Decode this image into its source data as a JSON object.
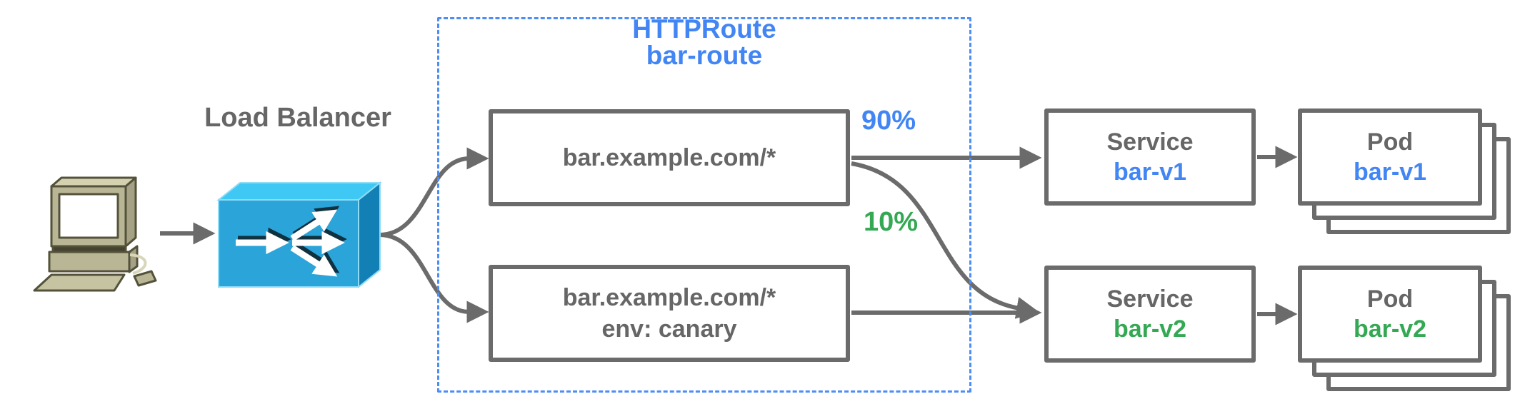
{
  "client": {
    "icon": "desktop-computer-icon"
  },
  "load_balancer": {
    "label": "Load Balancer",
    "icon": "load-balancer-icon"
  },
  "httproute": {
    "kind": "HTTPRoute",
    "name": "bar-route",
    "rules": [
      {
        "match": "bar.example.com/*",
        "weight": "90%"
      },
      {
        "match": "bar.example.com/*",
        "header_match": "env: canary",
        "weight": "10%"
      }
    ]
  },
  "services": [
    {
      "kind": "Service",
      "name": "bar-v1"
    },
    {
      "kind": "Service",
      "name": "bar-v2"
    }
  ],
  "pods": [
    {
      "kind": "Pod",
      "name": "bar-v1"
    },
    {
      "kind": "Pod",
      "name": "bar-v2"
    }
  ],
  "colors": {
    "accent_blue": "#4285F4",
    "accent_green": "#34A853",
    "line_gray": "#6B6B6B",
    "text_gray": "#666666",
    "lb_front": "#2AA4D9",
    "lb_top": "#40C8F5",
    "lb_side": "#1280B4",
    "dashed_border_blue": "#4D8DF6",
    "computer_beige": "#B9B695"
  }
}
